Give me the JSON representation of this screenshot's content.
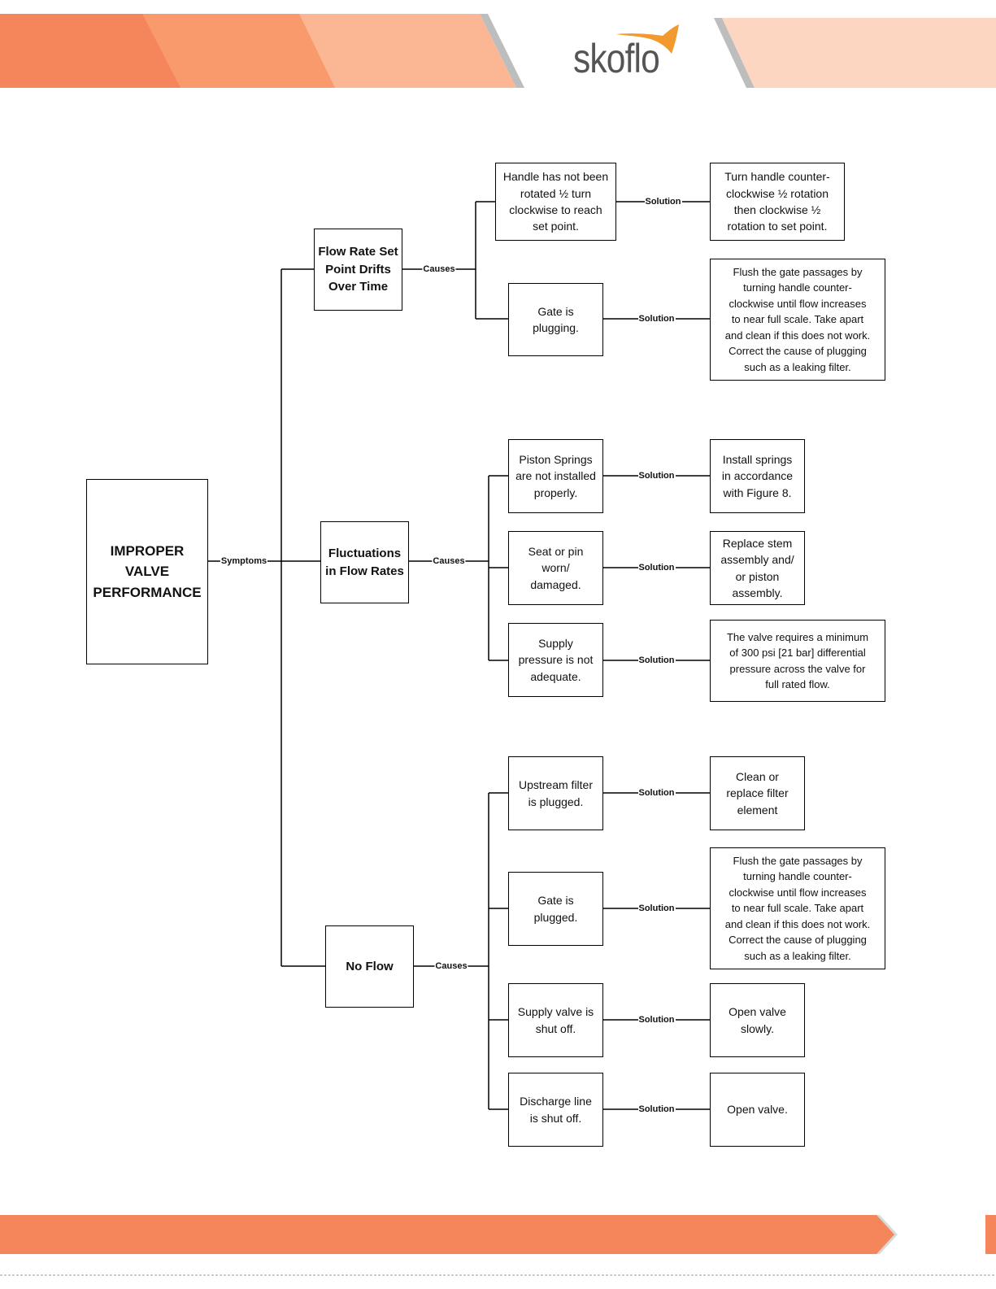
{
  "brand": {
    "logo_text": "skoflo",
    "accent_color": "#f58a5a",
    "logo_swoosh_color": "#f39a2e"
  },
  "diagram": {
    "root": "IMPROPER\nVALVE\nPERFORMANCE",
    "symptoms_label": "Symptoms",
    "causes_label": "Causes",
    "solution_label": "Solution",
    "symptoms": [
      {
        "label": "Flow Rate Set\nPoint Drifts\nOver Time",
        "causes": [
          {
            "cause": "Handle has not been\nrotated ½ turn\nclockwise to reach\nset point.",
            "solution": "Turn handle counter-\nclockwise ½ rotation\nthen clockwise ½\nrotation to set point."
          },
          {
            "cause": "Gate is\nplugging.",
            "solution": "Flush the gate passages by\nturning handle counter-\nclockwise until flow increases\nto near full scale. Take apart\nand clean if this does not work.\nCorrect the cause of plugging\nsuch as a leaking filter."
          }
        ]
      },
      {
        "label": "Fluctuations\nin Flow Rates",
        "causes": [
          {
            "cause": "Piston Springs\nare not installed\nproperly.",
            "solution": "Install springs\nin accordance\nwith Figure 8."
          },
          {
            "cause": "Seat or pin\nworn/\ndamaged.",
            "solution": "Replace stem\nassembly and/\nor piston\nassembly."
          },
          {
            "cause": "Supply\npressure is not\nadequate.",
            "solution": "The valve requires a minimum\nof 300 psi [21 bar] differential\npressure across the valve for\nfull rated flow."
          }
        ]
      },
      {
        "label": "No Flow",
        "causes": [
          {
            "cause": "Upstream filter\nis plugged.",
            "solution": "Clean or\nreplace filter\nelement"
          },
          {
            "cause": "Gate is\nplugged.",
            "solution": "Flush the gate passages by\nturning handle counter-\nclockwise until flow increases\nto near full scale. Take apart\nand clean if this does not work.\nCorrect the cause of plugging\nsuch as a leaking filter."
          },
          {
            "cause": "Supply valve is\nshut off.",
            "solution": "Open valve\nslowly."
          },
          {
            "cause": "Discharge line\nis shut off.",
            "solution": "Open valve."
          }
        ]
      }
    ]
  }
}
